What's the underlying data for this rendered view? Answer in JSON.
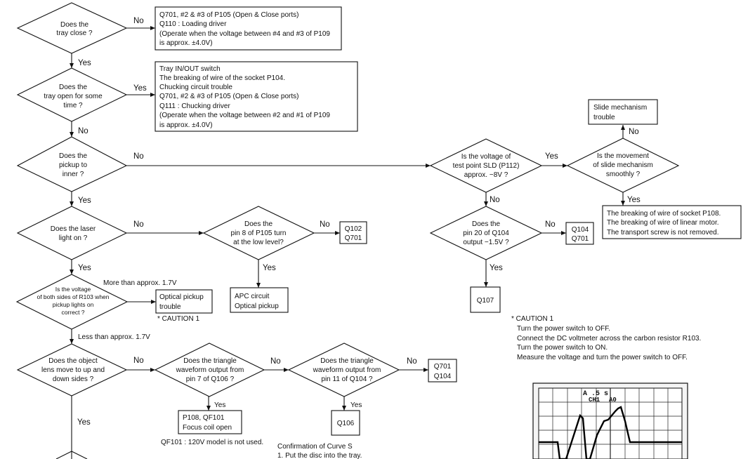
{
  "d1": {
    "lines": [
      "Does the",
      "tray close ?"
    ],
    "no": "No",
    "yes": "Yes"
  },
  "box1": {
    "lines": [
      "Q701, #2 & #3 of P105 (Open & Close ports)",
      "Q110 : Loading driver",
      "(Operate when the voltage between #4 and #3 of P109",
      "is approx. ±4.0V)"
    ]
  },
  "d2": {
    "lines": [
      "Does the",
      "tray open for some",
      "time ?"
    ],
    "yes": "Yes",
    "no": "No"
  },
  "box2": {
    "lines": [
      "Tray IN/OUT switch",
      "The breaking of wire of the socket P104.",
      "Chucking circuit trouble",
      "Q701, #2 & #3 of P105 (Open & Close ports)",
      "Q111 : Chucking driver",
      "(Operate when the voltage between #2 and #1 of P109",
      "is approx. ±4.0V)"
    ]
  },
  "d3": {
    "lines": [
      "Does the",
      "pickup to",
      "inner ?"
    ],
    "no": "No",
    "yes": "Yes"
  },
  "d4": {
    "lines": [
      "Does the laser",
      "light on ?"
    ],
    "no": "No",
    "yes": "Yes"
  },
  "d5": {
    "lines": [
      "Does the",
      "pin 8 of P105 turn",
      "at the low level?"
    ],
    "no": "No",
    "yes": "Yes"
  },
  "box_q102": {
    "lines": [
      "Q102",
      "Q701"
    ]
  },
  "box_apc": {
    "lines": [
      "APC circuit",
      "Optical pickup"
    ]
  },
  "d6": {
    "lines": [
      "Is the voltage",
      "of both sides of R103 when",
      "pickup lights on",
      "correct ?"
    ],
    "more": "More than approx. 1.7V",
    "less": "Less than approx. 1.7V"
  },
  "box_opt": {
    "lines": [
      "Optical pickup",
      "trouble"
    ],
    "caution": "* CAUTION 1"
  },
  "d7": {
    "lines": [
      "Does the object",
      "lens move to up and",
      "down sides ?"
    ],
    "no": "No",
    "yes": "Yes"
  },
  "d8": {
    "lines": [
      "Does the triangle",
      "waveform output from",
      "pin 7 of Q106 ?"
    ],
    "no": "No",
    "yes": "Yes"
  },
  "box_p108": {
    "lines": [
      "P108, QF101",
      "Focus coil open"
    ]
  },
  "note_qf101": "QF101 : 120V model is not used.",
  "d9": {
    "lines": [
      "Does the triangle",
      "waveform output from",
      "pin 11 of Q104 ?"
    ],
    "no": "No",
    "yes": "Yes"
  },
  "box_q701b": {
    "lines": [
      "Q701",
      "Q104"
    ]
  },
  "box_q106": {
    "label": "Q106"
  },
  "confirm": {
    "lines": [
      "Confirmation of Curve S",
      "1. Put the disc into the tray."
    ]
  },
  "d10": {
    "lines": [
      "Is the voltage of",
      "test point SLD (P112)",
      "approx. −8V ?"
    ],
    "yes": "Yes",
    "no": "No"
  },
  "d11": {
    "lines": [
      "Is the movement",
      "of slide mechanism",
      "smoothly ?"
    ],
    "no": "No",
    "yes": "Yes"
  },
  "box_slide": {
    "lines": [
      "Slide mechanism",
      "trouble"
    ]
  },
  "box_sock": {
    "lines": [
      "The breaking of wire of socket P108.",
      "The breaking of wire of linear motor.",
      "The transport screw is not removed."
    ]
  },
  "d12": {
    "lines": [
      "Does the",
      "pin 20 of Q104",
      "output −1.5V ?"
    ],
    "no": "No",
    "yes": "Yes"
  },
  "box_q104": {
    "lines": [
      "Q104",
      "Q701"
    ]
  },
  "box_q107": {
    "label": "Q107"
  },
  "caution1": {
    "title": "* CAUTION 1",
    "lines": [
      "Turn the power switch to OFF.",
      "Connect the DC voltmeter across the carbon resistor R103.",
      "Turn the power switch to ON.",
      "Measure the voltage and turn the power switch to OFF."
    ]
  },
  "scope": {
    "readout": "A .5 s",
    "ch": "CH1",
    "val": "A0"
  }
}
